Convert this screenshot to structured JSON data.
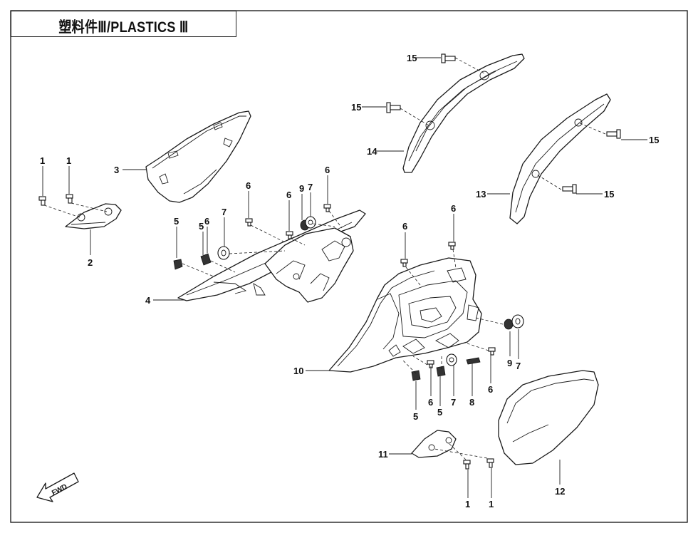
{
  "title": "塑料件Ⅲ/PLASTICS Ⅲ",
  "fwd_label": "FWD",
  "callouts": {
    "c1a": "1",
    "c1b": "1",
    "c2": "2",
    "c3": "3",
    "c4": "4",
    "c5a": "5",
    "c5b": "5",
    "c6a": "6",
    "c7a": "7",
    "c6b": "6",
    "c9a": "9",
    "c7b": "7",
    "c6c": "6",
    "c15a": "15",
    "c15b": "15",
    "c14": "14",
    "c15c": "15",
    "c13": "13",
    "c15d": "15",
    "c6d": "6",
    "c6e": "6",
    "c10": "10",
    "c9b": "9",
    "c7c": "7",
    "c6f": "6",
    "c5c": "5",
    "c6g": "6",
    "c5d": "5",
    "c7d": "7",
    "c8": "8",
    "c11": "11",
    "c1c": "1",
    "c1d": "1",
    "c12": "12"
  },
  "colors": {
    "line": "#1a1a1a",
    "background": "#ffffff"
  }
}
